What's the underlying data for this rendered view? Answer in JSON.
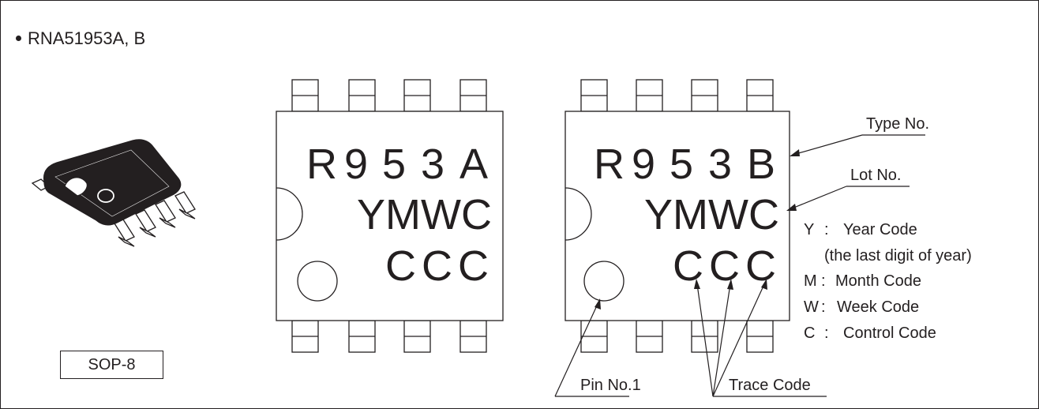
{
  "title": "RNA51953A, B",
  "package_label": "SOP-8",
  "chip_a": {
    "line1": [
      "R",
      "9",
      "5",
      "3",
      "A"
    ],
    "line2": "YMWC",
    "line3": [
      "C",
      "C",
      "C"
    ]
  },
  "chip_b": {
    "line1": [
      "R",
      "9",
      "5",
      "3",
      "B"
    ],
    "line2": "YMWC",
    "line3": [
      "C",
      "C",
      "C"
    ]
  },
  "callouts": {
    "type_no": "Type No.",
    "lot_no": "Lot No.",
    "pin_no": "Pin No.1",
    "trace_code": "Trace Code"
  },
  "legend": [
    {
      "key": "Y",
      "sep": ":",
      "text": "Year Code"
    },
    {
      "key": "",
      "sep": "",
      "text": "(the last digit of year)"
    },
    {
      "key": "M",
      "sep": ":",
      "text": "Month Code"
    },
    {
      "key": "W",
      "sep": ":",
      "text": "Week Code"
    },
    {
      "key": "C",
      "sep": ":",
      "text": "Control Code"
    }
  ],
  "colors": {
    "ink": "#231f20",
    "background": "#ffffff"
  }
}
